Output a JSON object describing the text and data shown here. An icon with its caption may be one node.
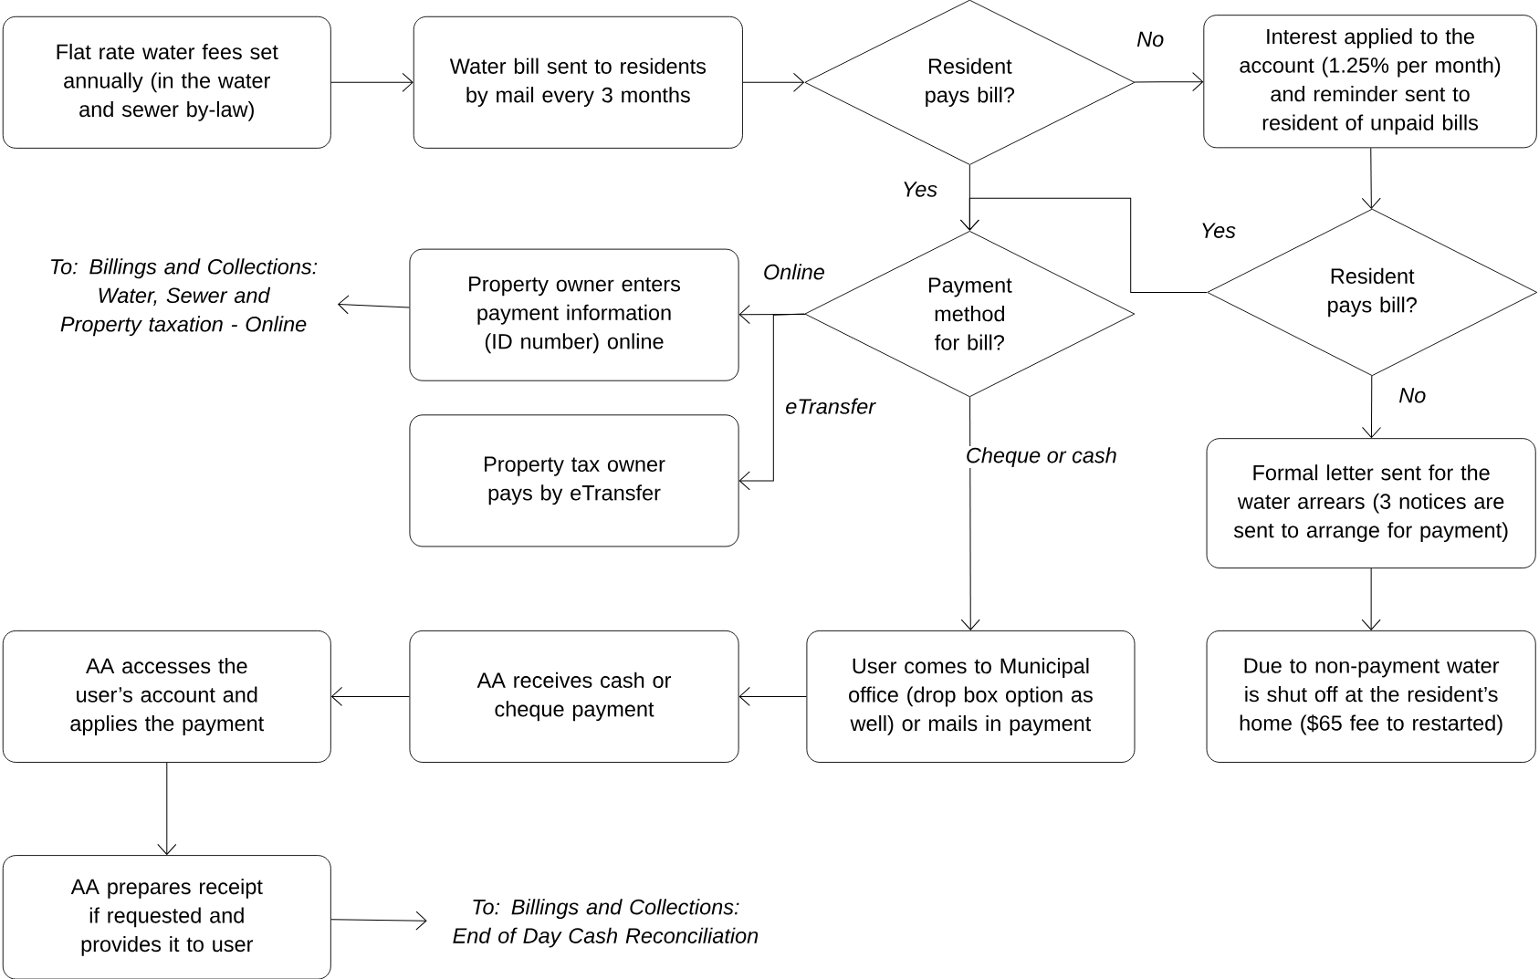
{
  "diagram": {
    "nodes": [
      {
        "text": [
          "Flat rate water fees set annually (in the water and sewer by-law)"
        ]
      },
      {
        "text": [
          "Water bill sent to residents by mail every 3 months"
        ]
      },
      {
        "text": [
          "Resident pays bill?"
        ]
      },
      {
        "text": [
          "Interest applied to the account (1.25% per month) and reminder sent to resident of unpaid bills"
        ]
      },
      {
        "text": [
          "Resident pays bill?"
        ]
      },
      {
        "text": [
          "Payment method for bill?"
        ]
      },
      {
        "text": [
          "Property owner enters payment information (ID number) online"
        ]
      },
      {
        "text": [
          "To: Billings and Collections: Water, Sewer and Property taxation - Online"
        ]
      },
      {
        "text": [
          "Property tax owner pays by eTransfer"
        ]
      },
      {
        "text": [
          "Formal letter sent for the water arrears (3 notices are sent to arrange for payment)"
        ]
      },
      {
        "text": [
          "User comes to Municipal office (drop box option as well) or mails in payment"
        ]
      },
      {
        "text": [
          "AA receives cash or cheque payment"
        ]
      },
      {
        "text": [
          "AA accesses the user’s account and applies the payment"
        ]
      },
      {
        "text": [
          "Due to non-payment water is shut off at the resident’s home ($65 fee to restarted)"
        ]
      },
      {
        "text": [
          "AA prepares receipt if requested and provides it to user"
        ]
      },
      {
        "text": [
          "To: Billings and Collections: End of Day Cash Reconciliation"
        ]
      }
    ],
    "edges": [
      {
        "from": 0,
        "to": 1,
        "arrow": "to"
      },
      {
        "from": 1,
        "to": 2,
        "arrow": "to"
      },
      {
        "from": 2,
        "to": 3,
        "arrow": "to",
        "label": "No"
      },
      {
        "from": 2,
        "to": 5,
        "arrow": "to",
        "label": "Yes"
      },
      {
        "from": 3,
        "to": 4,
        "arrow": "to"
      },
      {
        "from": 4,
        "to": 5,
        "arrow": "to",
        "label": "Yes"
      },
      {
        "from": 4,
        "to": 9,
        "arrow": "to",
        "label": "No"
      },
      {
        "from": 5,
        "to": 6,
        "arrow": "to",
        "label": "Online"
      },
      {
        "from": 5,
        "to": 8,
        "arrow": "to",
        "label": "eTransfer"
      },
      {
        "from": 6,
        "to": 7,
        "arrow": "to"
      },
      {
        "from": 5,
        "to": 10,
        "arrow": "to",
        "label": "Cheque or cash"
      },
      {
        "from": 9,
        "to": 13,
        "arrow": "to"
      },
      {
        "from": 10,
        "to": 11,
        "arrow": "to"
      },
      {
        "from": 11,
        "to": 12,
        "arrow": "to"
      },
      {
        "from": 12,
        "to": 14,
        "arrow": "to"
      },
      {
        "from": 14,
        "to": 15,
        "arrow": "to"
      }
    ]
  }
}
